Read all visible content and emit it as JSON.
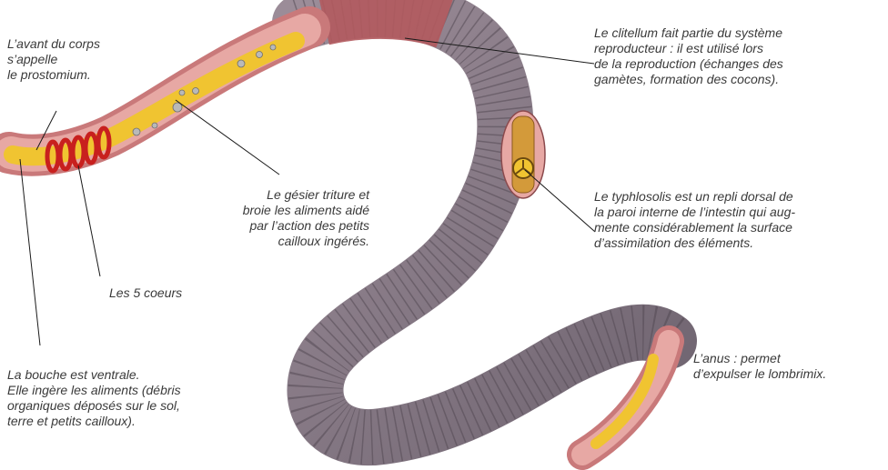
{
  "labels": {
    "prostomium": "L’avant du corps\ns’appelle\nle prostomium.",
    "gesier": "Le gésier triture et\nbroie les aliments aidé\npar l’action des petits\ncailloux ingérés.",
    "coeurs": "Les 5 coeurs",
    "bouche": "La bouche est ventrale.\nElle ingère les aliments (débris\norganiques déposés sur le sol,\nterre et petits cailloux).",
    "clitellum": "Le clitellum fait partie du système\nreproducteur : il est utilisé lors\nde la reproduction (échanges des\ngamètes, formation des cocons).",
    "typhlosolis": "Le typhlosolis est un repli dorsal de\nla paroi interne de l’intestin qui aug-\nmente considérablement la surface\nd’assimilation des éléments.",
    "anus": "L’anus : permet\nd’expulser le lombrimix."
  },
  "colors": {
    "body": "#8a7b86",
    "body_segment": "#5f5360",
    "clitellum": "#b35a5e",
    "cut_section": "#e7a8a4",
    "gut": "#f0c431",
    "heart": "#c8201e",
    "leader": "#1a1a1a"
  }
}
